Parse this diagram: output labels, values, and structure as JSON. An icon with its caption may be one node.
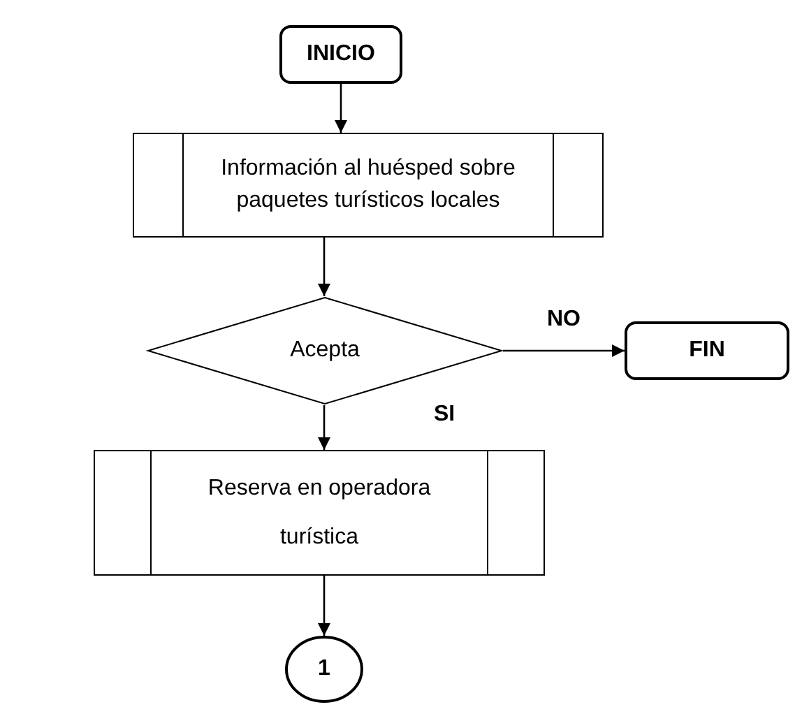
{
  "diagram": {
    "nodes": [
      {
        "text": [
          "INICIO"
        ]
      },
      {
        "text": [
          "Información al huésped sobre paquetes turísticos locales"
        ]
      },
      {
        "text": [
          "Acepta"
        ]
      },
      {
        "text": [
          "FIN"
        ]
      },
      {
        "text": [
          "Reserva en operadora turística"
        ]
      },
      {
        "text": [
          "1"
        ]
      }
    ],
    "edges": [
      {
        "from": 0,
        "to": 1,
        "arrow": "to"
      },
      {
        "from": 1,
        "to": 2,
        "arrow": "to"
      },
      {
        "from": 2,
        "to": 3,
        "arrow": "to",
        "label": "NO"
      },
      {
        "from": 2,
        "to": 4,
        "arrow": "to",
        "label": "SI"
      },
      {
        "from": 4,
        "to": 5,
        "arrow": "to"
      }
    ]
  }
}
